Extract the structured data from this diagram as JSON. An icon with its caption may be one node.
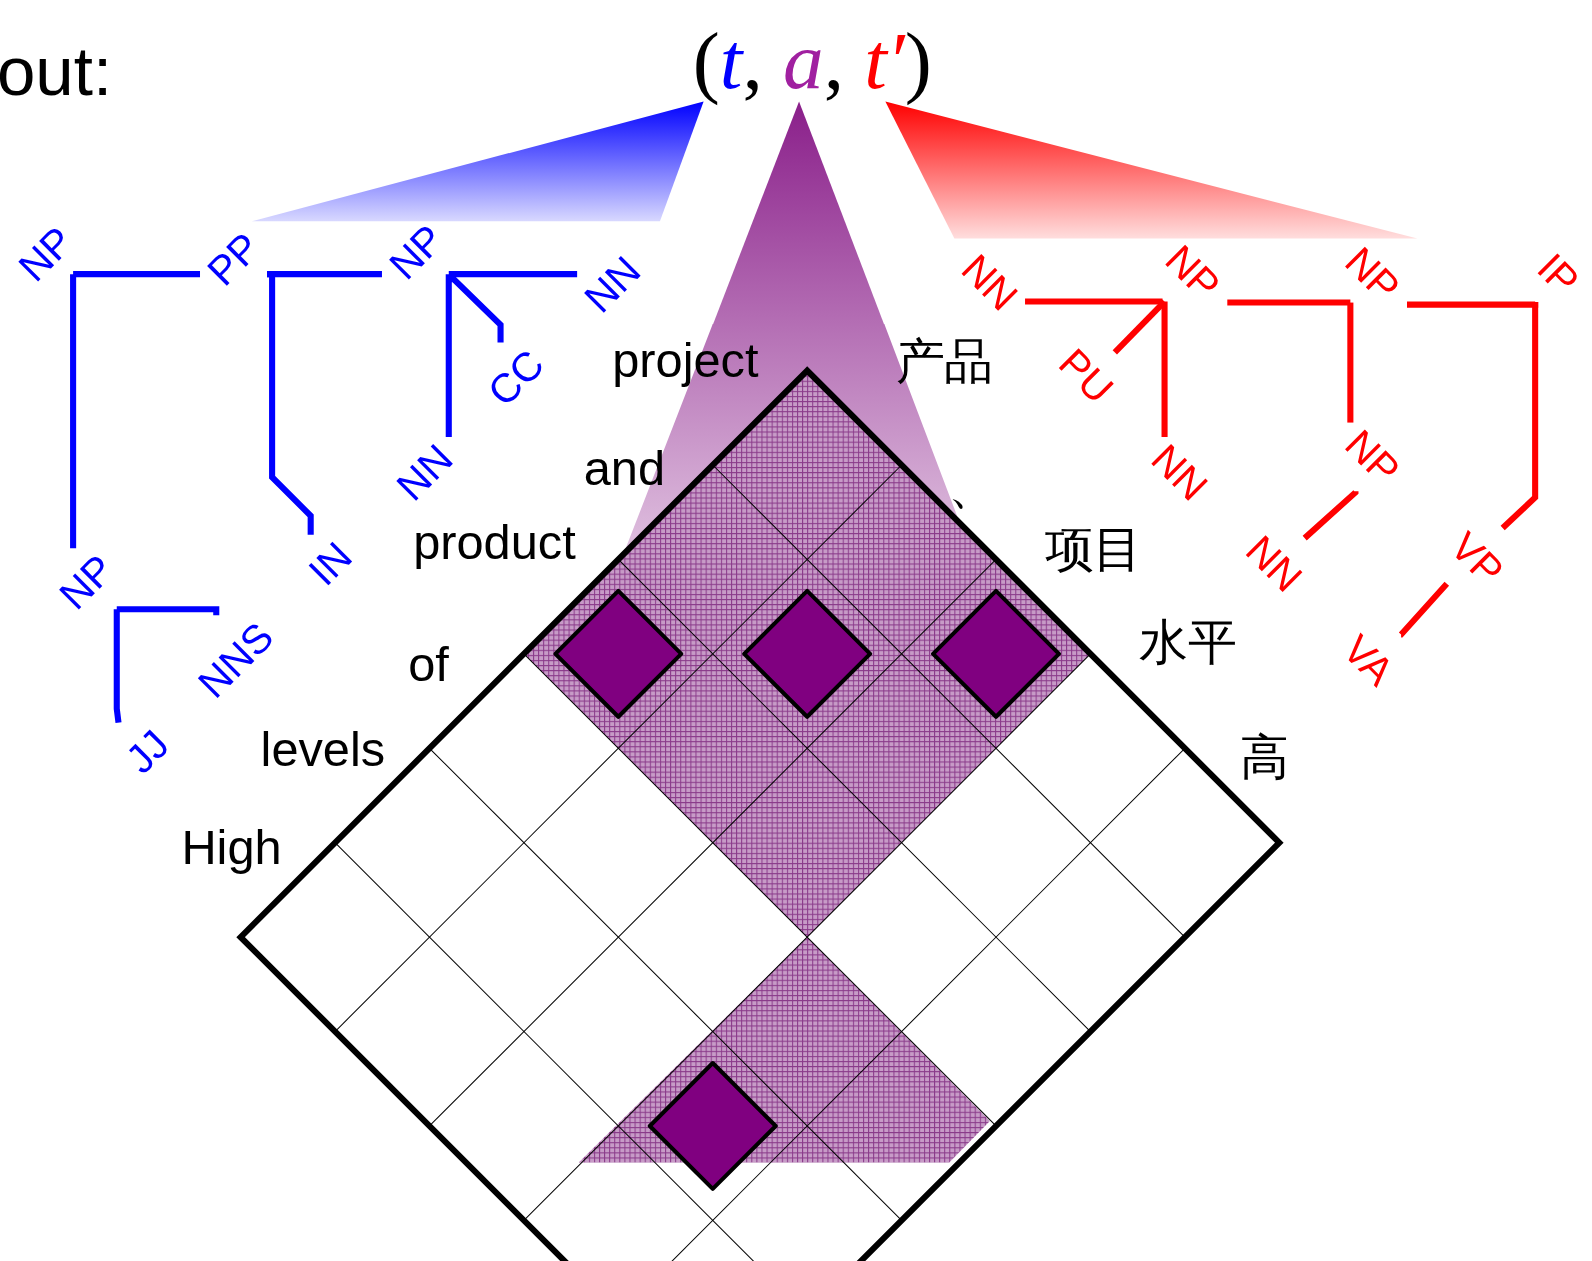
{
  "diagram": {
    "nodes": [
      {
        "text": [
          "NP"
        ]
      },
      {
        "text": [
          "PP"
        ]
      },
      {
        "text": [
          "NP"
        ]
      },
      {
        "text": [
          "NN"
        ]
      },
      {
        "text": [
          "CC"
        ]
      },
      {
        "text": [
          "NN"
        ]
      },
      {
        "text": [
          "IN"
        ]
      },
      {
        "text": [
          "NP"
        ]
      },
      {
        "text": [
          "NNS"
        ]
      },
      {
        "text": [
          "JJ"
        ]
      },
      {
        "text": [
          "NN"
        ]
      },
      {
        "text": [
          "NP"
        ]
      },
      {
        "text": [
          "NP"
        ]
      },
      {
        "text": [
          "IP"
        ]
      },
      {
        "text": [
          "PU"
        ]
      },
      {
        "text": [
          "NN"
        ]
      },
      {
        "text": [
          "NP"
        ]
      },
      {
        "text": [
          "NN"
        ]
      },
      {
        "text": [
          "VP"
        ]
      },
      {
        "text": [
          "VA"
        ]
      },
      {
        "text": [],
        "shape": "triangle"
      },
      {
        "text": [],
        "shape": "triangle"
      },
      {
        "text": [],
        "shape": "triangle"
      }
    ],
    "edges": [
      {
        "from": 0,
        "to": 1,
        "arrow": "none",
        "color": "#0000ff"
      },
      {
        "from": 0,
        "to": 7,
        "arrow": "none",
        "color": "#0000ff"
      },
      {
        "from": 1,
        "to": 2,
        "arrow": "none",
        "color": "#0000ff"
      },
      {
        "from": 1,
        "to": 6,
        "arrow": "none",
        "color": "#0000ff"
      },
      {
        "from": 2,
        "to": 3,
        "arrow": "none",
        "color": "#0000ff"
      },
      {
        "from": 2,
        "to": 4,
        "arrow": "none",
        "color": "#0000ff"
      },
      {
        "from": 2,
        "to": 5,
        "arrow": "none",
        "color": "#0000ff"
      },
      {
        "from": 7,
        "to": 8,
        "arrow": "none",
        "color": "#0000ff"
      },
      {
        "from": 7,
        "to": 9,
        "arrow": "none",
        "color": "#0000ff"
      },
      {
        "from": 11,
        "to": 10,
        "arrow": "none",
        "color": "#ff0000"
      },
      {
        "from": 11,
        "to": 14,
        "arrow": "none",
        "color": "#ff0000"
      },
      {
        "from": 11,
        "to": 15,
        "arrow": "none",
        "color": "#ff0000"
      },
      {
        "from": 12,
        "to": 11,
        "arrow": "none",
        "color": "#ff0000"
      },
      {
        "from": 12,
        "to": 16,
        "arrow": "none",
        "color": "#ff0000"
      },
      {
        "from": 13,
        "to": 12,
        "arrow": "none",
        "color": "#ff0000"
      },
      {
        "from": 13,
        "to": 18,
        "arrow": "none",
        "color": "#ff0000"
      },
      {
        "from": 16,
        "to": 17,
        "arrow": "none",
        "color": "#ff0000"
      },
      {
        "from": 18,
        "to": 19,
        "arrow": "none",
        "color": "#ff0000"
      }
    ],
    "labels": [
      "out:",
      "(*t*, *a*, *t′*)",
      "project",
      "产品",
      "and",
      "、",
      "product",
      "项目",
      "水平",
      "of",
      "levels",
      "高",
      "High"
    ]
  }
}
